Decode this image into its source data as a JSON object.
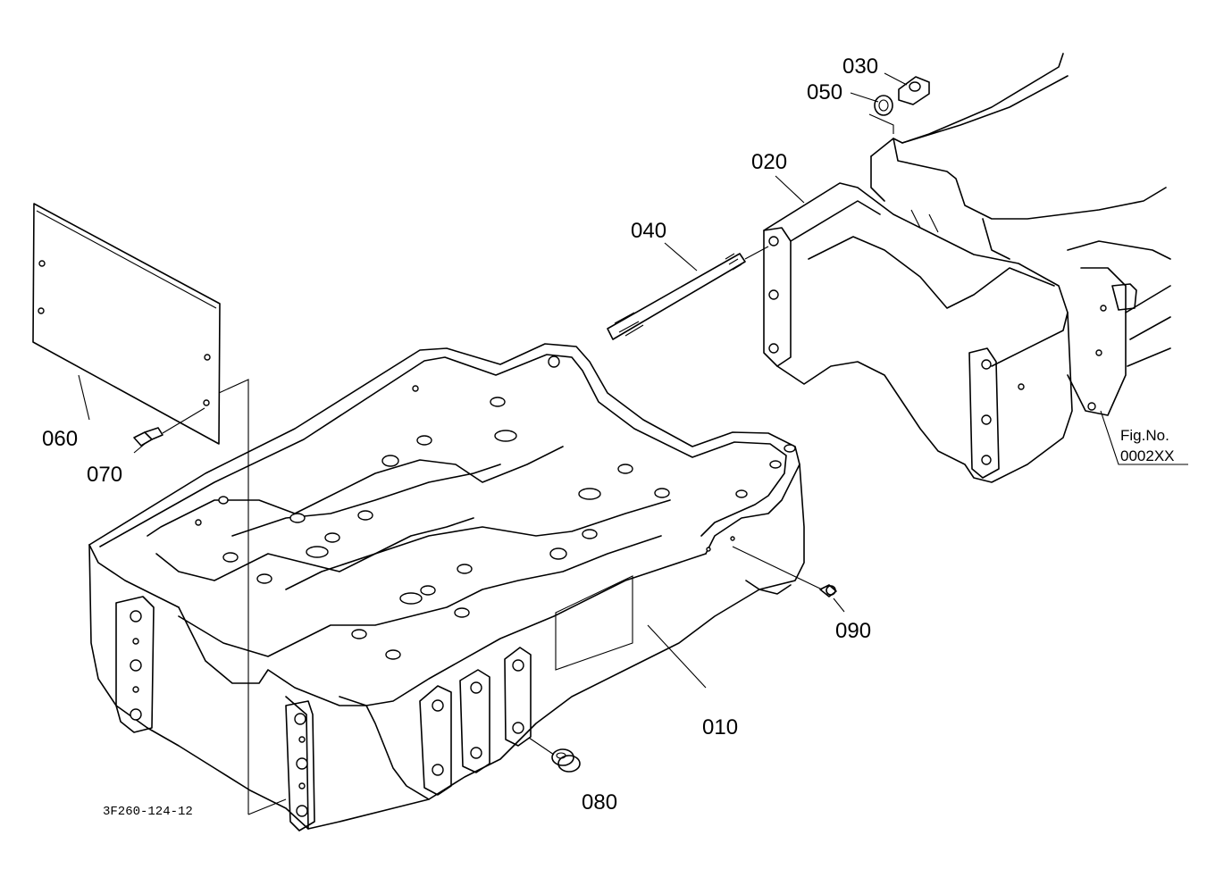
{
  "callouts": {
    "c010": "010",
    "c020": "020",
    "c030": "030",
    "c040": "040",
    "c050": "050",
    "c060": "060",
    "c070": "070",
    "c080": "080",
    "c090": "090"
  },
  "fig_ref": {
    "line1": "Fig.No.",
    "line2": "0002XX"
  },
  "drawing_code": "3F260-124-12"
}
